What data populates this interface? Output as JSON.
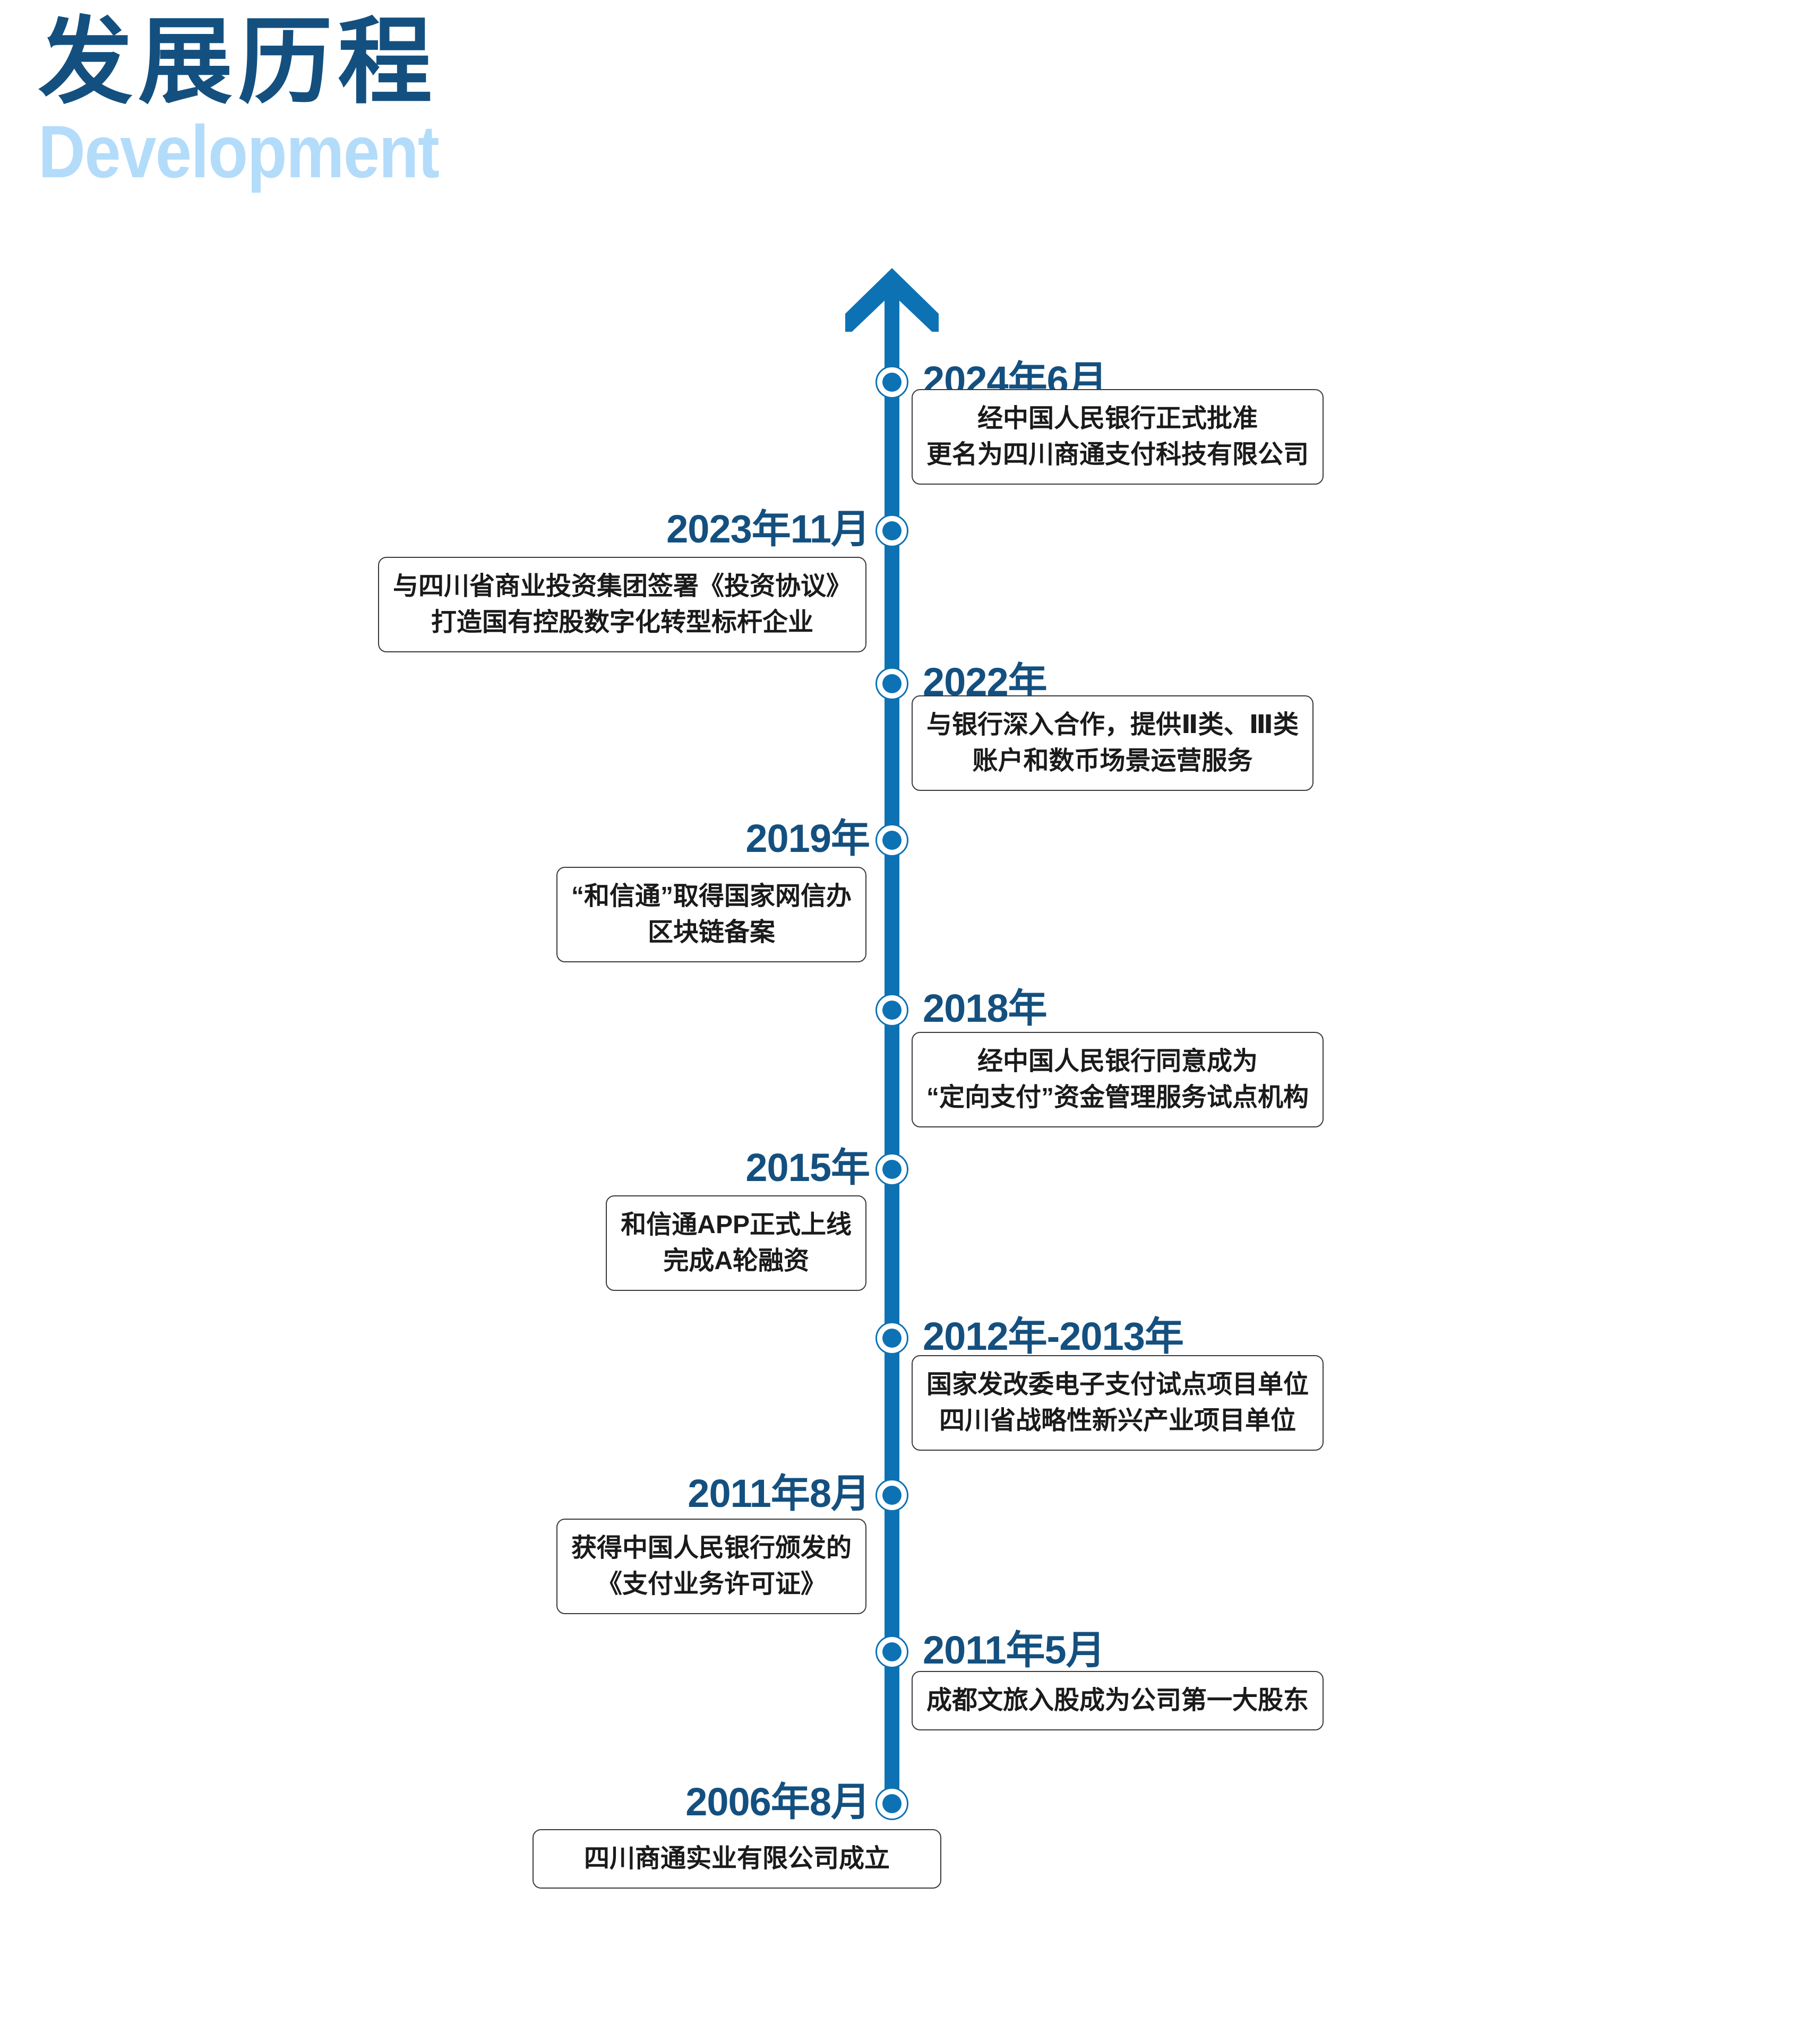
{
  "header": {
    "title_cn": "发展历程",
    "title_en": "Development"
  },
  "colors": {
    "accent_blue": "#0d72b4",
    "dark_navy": "#14507f",
    "light_blue": "#b3dcfb",
    "box_border": "#3a3a3a",
    "box_text": "#1a1a1a",
    "background": "#ffffff"
  },
  "timeline": {
    "axis_direction": "upward",
    "arrow_icon": "up-arrow-icon",
    "marker_icon": "timeline-dot-icon",
    "entries": [
      {
        "year": "2024年6月",
        "side": "right",
        "lines": [
          "经中国人民银行正式批准",
          "更名为四川商通支付科技有限公司"
        ]
      },
      {
        "year": "2023年11月",
        "side": "left",
        "lines": [
          "与四川省商业投资集团签署《投资协议》",
          "打造国有控股数字化转型标杆企业"
        ]
      },
      {
        "year": "2022年",
        "side": "right",
        "lines": [
          "与银行深入合作，提供Ⅱ类、Ⅲ类",
          "账户和数币场景运营服务"
        ]
      },
      {
        "year": "2019年",
        "side": "left",
        "lines": [
          "“和信通”取得国家网信办",
          "区块链备案"
        ]
      },
      {
        "year": "2018年",
        "side": "right",
        "lines": [
          "经中国人民银行同意成为",
          "“定向支付”资金管理服务试点机构"
        ]
      },
      {
        "year": "2015年",
        "side": "left",
        "lines": [
          "和信通APP正式上线",
          "完成A轮融资"
        ]
      },
      {
        "year": "2012年-2013年",
        "side": "right",
        "lines": [
          "国家发改委电子支付试点项目单位",
          "四川省战略性新兴产业项目单位"
        ]
      },
      {
        "year": "2011年8月",
        "side": "left",
        "lines": [
          "获得中国人民银行颁发的",
          "《支付业务许可证》"
        ]
      },
      {
        "year": "2011年5月",
        "side": "right",
        "lines": [
          "成都文旅入股成为公司第一大股东"
        ]
      },
      {
        "year": "2006年8月",
        "side": "left",
        "lines": [
          "四川商通实业有限公司成立"
        ]
      }
    ]
  }
}
